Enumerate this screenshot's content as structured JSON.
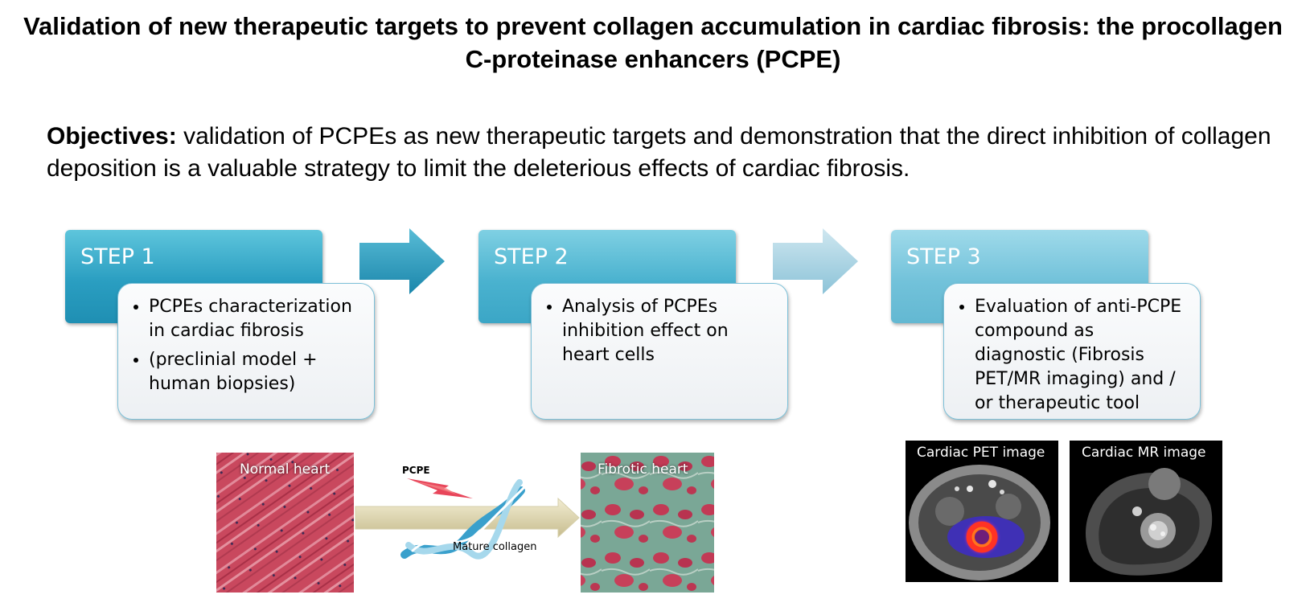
{
  "title": "Validation of new therapeutic targets to prevent collagen accumulation in cardiac fibrosis: the procollagen C-proteinase enhancers (PCPE)",
  "objectives": {
    "label": "Objectives:",
    "text": " validation of PCPEs as new therapeutic targets and demonstration that the direct inhibition of collagen deposition is a valuable strategy to limit the deleterious effects of cardiac fibrosis."
  },
  "steps": [
    {
      "label": "STEP 1",
      "bullets": [
        "PCPEs characterization in cardiac fibrosis",
        "(preclinial model + human biopsies)"
      ]
    },
    {
      "label": "STEP 2",
      "bullets": [
        "Analysis of PCPEs inhibition effect on heart cells"
      ]
    },
    {
      "label": "STEP 3",
      "bullets": [
        "Evaluation of anti-PCPE compound as diagnostic (Fibrosis PET/MR imaging) and / or therapeutic tool"
      ]
    }
  ],
  "images": {
    "normal_heart": "Normal heart",
    "fibrotic_heart": "Fibrotic  heart",
    "pcpe": "PCPE",
    "mature_collagen": "Mature collagen",
    "pet": "Cardiac PET image",
    "mr": "Cardiac MR image"
  },
  "colors": {
    "step1": "#2a9ec1",
    "step2": "#4ab2cf",
    "step3": "#72c2da",
    "tissue_red": "#c4445a",
    "fibrosis_green": "#6f9e8a"
  }
}
